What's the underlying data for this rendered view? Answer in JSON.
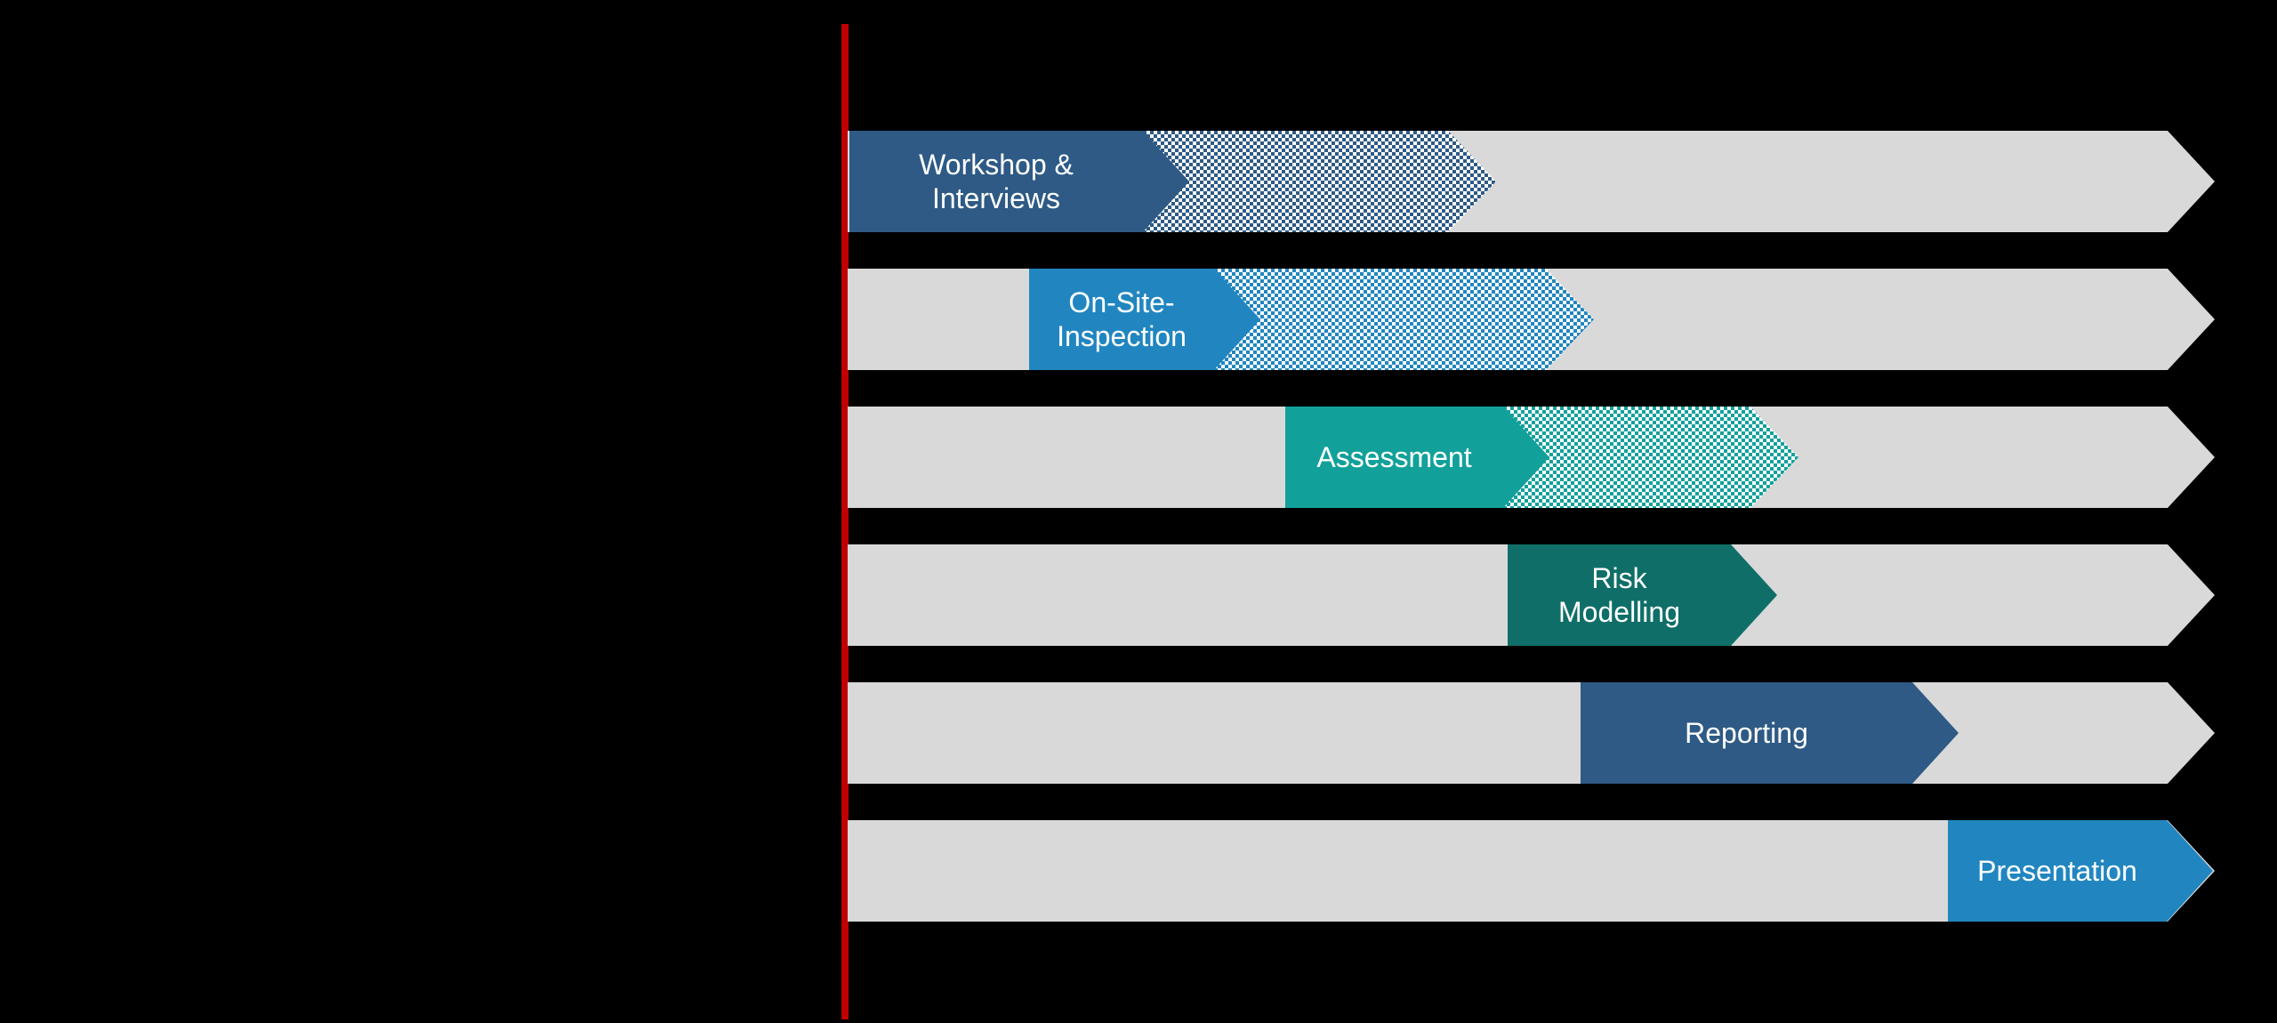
{
  "slide": {
    "background": "#000000",
    "timeline": {
      "marker_color": "#C00000",
      "track_color": "#D9D9D9",
      "text_color": "#FFFFFF",
      "phases": [
        {
          "label": "Workshop &\nInterviews",
          "color": "#2E5A85",
          "solid_start": 955,
          "solid_tip": 1337,
          "extension_hatched": true,
          "hatch_start": 1225,
          "hatch_tip": 1682
        },
        {
          "label": "On-Site-\nInspection",
          "color": "#2186C0",
          "solid_start": 1157,
          "solid_tip": 1417,
          "extension_hatched": true,
          "hatch_start": 1305,
          "hatch_tip": 1792
        },
        {
          "label": "Assessment",
          "color": "#12A19A",
          "solid_start": 1445,
          "solid_tip": 1742,
          "extension_hatched": true,
          "hatch_start": 1630,
          "hatch_tip": 2022
        },
        {
          "label": "Risk\nModelling",
          "color": "#0F6F68",
          "solid_start": 1695,
          "solid_tip": 1998,
          "extension_hatched": false
        },
        {
          "label": "Reporting",
          "color": "#2E5A85",
          "solid_start": 1777,
          "solid_tip": 2202,
          "extension_hatched": false
        },
        {
          "label": "Presentation",
          "color": "#2186C0",
          "solid_start": 2190,
          "solid_tip": 2488,
          "extension_hatched": false
        }
      ]
    }
  }
}
